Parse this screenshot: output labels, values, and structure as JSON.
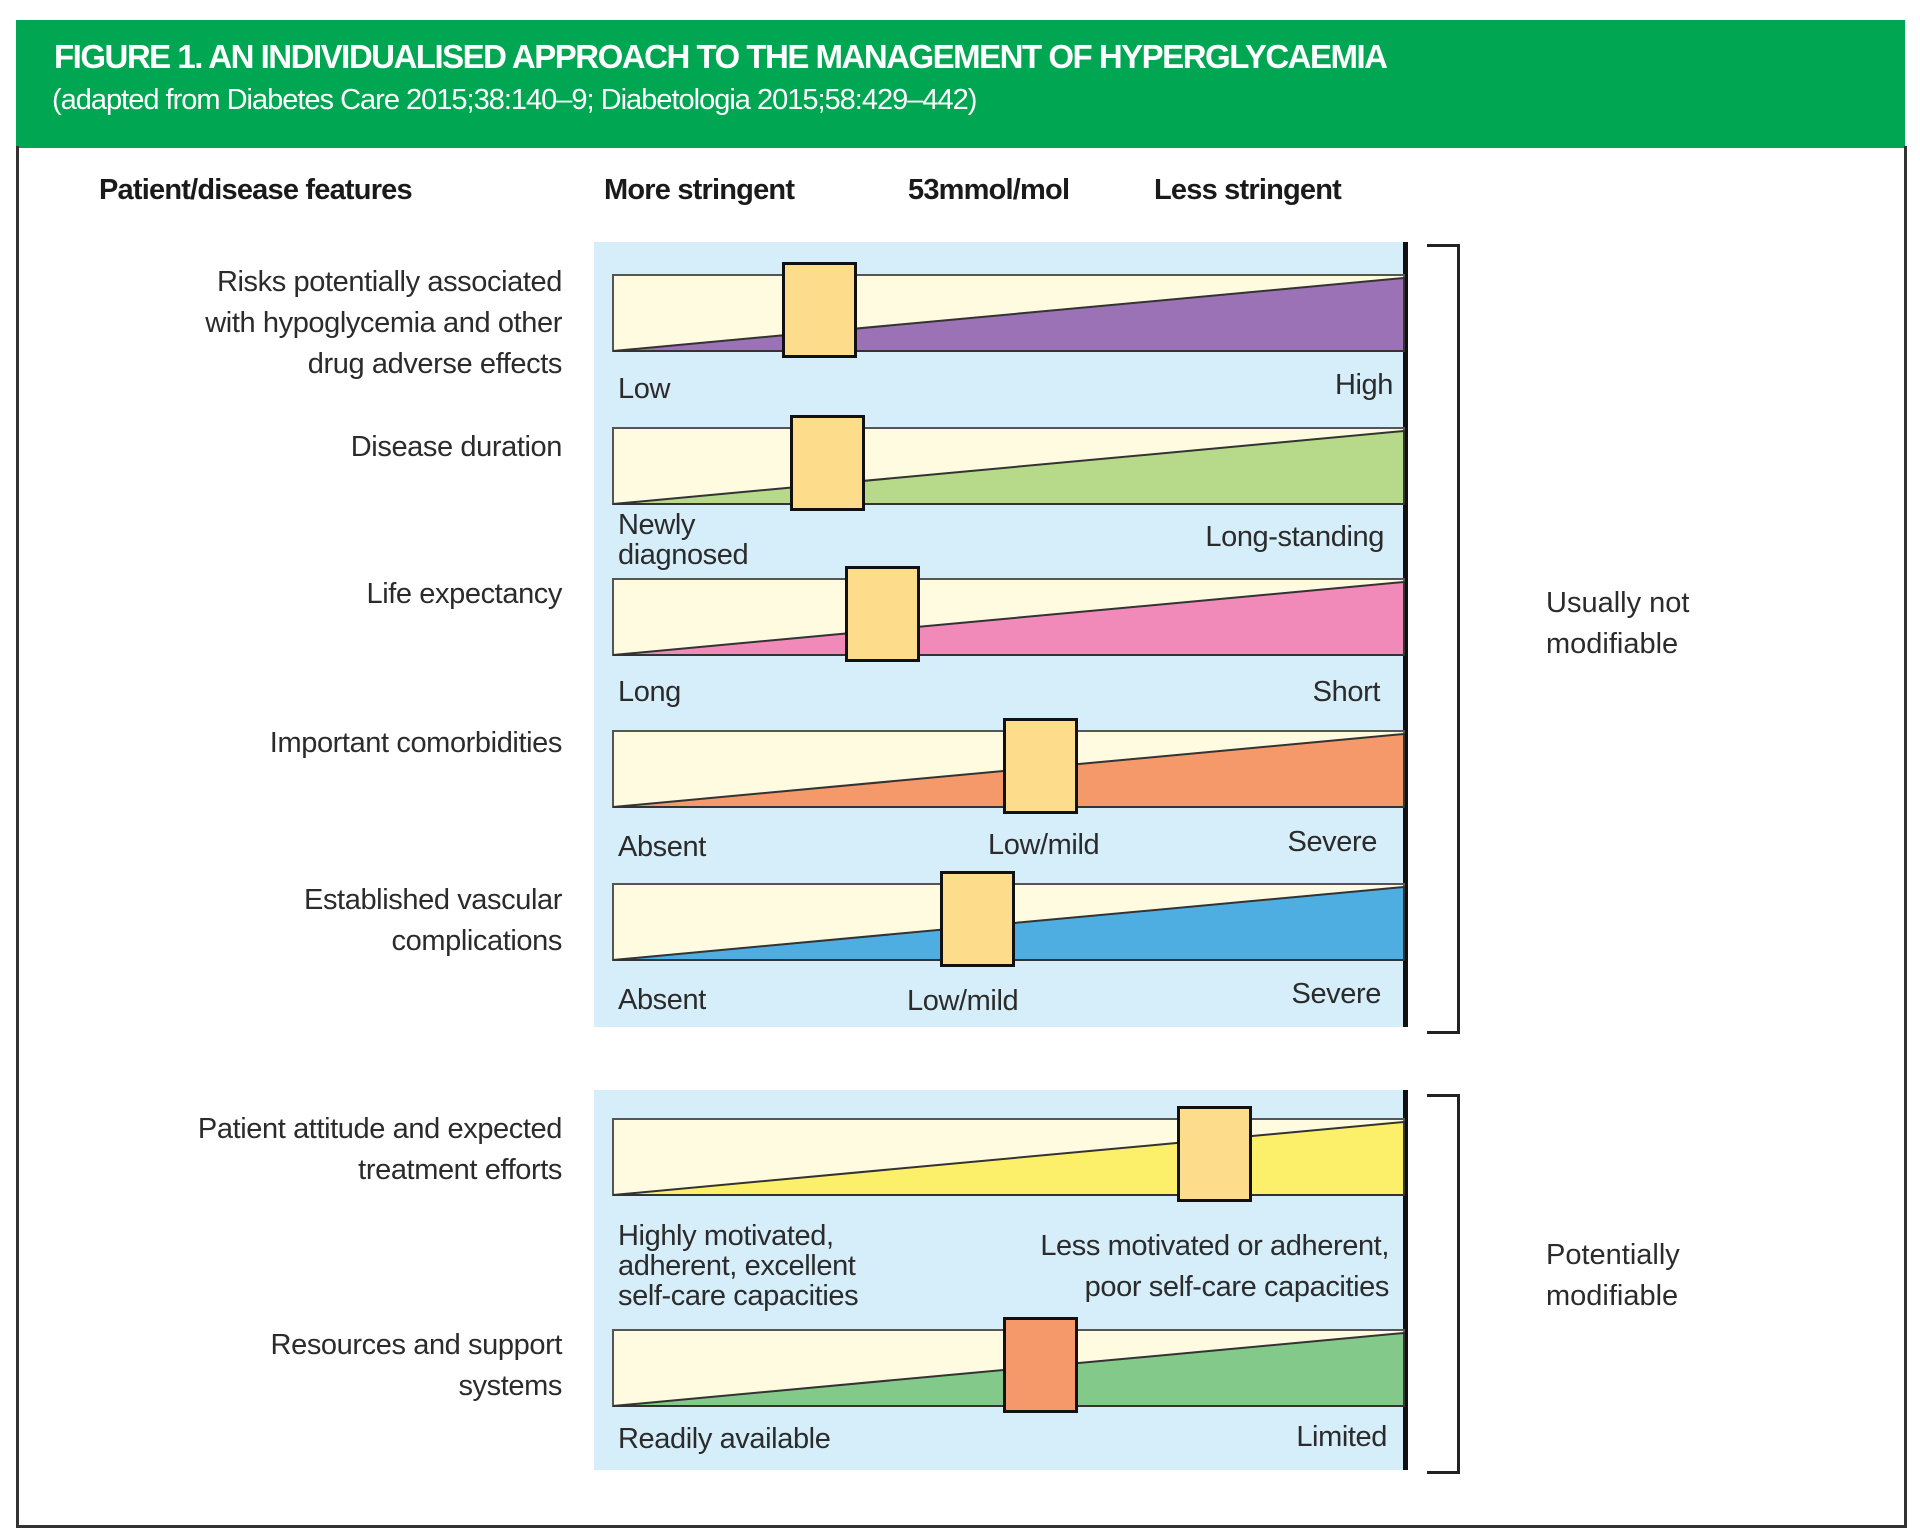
{
  "header": {
    "title": "FIGURE 1. AN INDIVIDUALISED APPROACH TO THE MANAGEMENT OF HYPERGLYCAEMIA",
    "subtitle": "(adapted from Diabetes Care 2015;38:140–9; Diabetologia 2015;58:429–442)"
  },
  "columns": {
    "features": "Patient/disease features",
    "more": "More stringent",
    "target": "53mmol/mol",
    "less": "Less stringent"
  },
  "groups": [
    {
      "label_line1": "Usually not",
      "label_line2": "modifiable"
    },
    {
      "label_line1": "Potentially",
      "label_line2": "modifiable"
    }
  ],
  "colors": {
    "header_green": "#00a651",
    "panel_blue": "#d5eefa",
    "bar_base": "#fffbe0",
    "marker_default": "#fddc8c",
    "marker_highlight": "#f5986a"
  },
  "chart_data": {
    "type": "diagram",
    "title": "An individualised approach to the management of hyperglycaemia",
    "scale": "More stringent (left) to Less stringent (right); 53mmol/mol reference",
    "features": [
      {
        "label_lines": [
          "Risks potentially associated",
          "with hypoglycemia and other",
          "drug adverse effects"
        ],
        "left": "Low",
        "mid": "",
        "right": "High",
        "fill": "#9b72b5",
        "marker": 0.26,
        "marker_color": "#fddc8c",
        "group": 0
      },
      {
        "label_lines": [
          "Disease duration"
        ],
        "left": "Newly diagnosed",
        "mid": "",
        "right": "Long-standing",
        "fill": "#b6d98a",
        "marker": 0.27,
        "marker_color": "#fddc8c",
        "group": 0
      },
      {
        "label_lines": [
          "Life expectancy"
        ],
        "left": "Long",
        "mid": "",
        "right": "Short",
        "fill": "#f18ab8",
        "marker": 0.34,
        "marker_color": "#fddc8c",
        "group": 0
      },
      {
        "label_lines": [
          "Important comorbidities"
        ],
        "left": "Absent",
        "mid": "Low/mild",
        "right": "Severe",
        "fill": "#f5986a",
        "marker": 0.54,
        "marker_color": "#fddc8c",
        "group": 0
      },
      {
        "label_lines": [
          "Established vascular",
          "complications"
        ],
        "left": "Absent",
        "mid": "Low/mild",
        "right": "Severe",
        "fill": "#4eaee2",
        "marker": 0.46,
        "marker_color": "#fddc8c",
        "group": 0
      },
      {
        "label_lines": [
          "Patient attitude and expected",
          "treatment efforts"
        ],
        "left": "Highly motivated, adherent, excellent self-care capacities",
        "mid": "",
        "right": "Less motivated or adherent, poor self-care capacities",
        "fill": "#fcf06a",
        "marker": 0.76,
        "marker_color": "#fddc8c",
        "group": 1
      },
      {
        "label_lines": [
          "Resources and support",
          "systems"
        ],
        "left": "Readily available",
        "mid": "",
        "right": "Limited",
        "fill": "#83c98a",
        "marker": 0.54,
        "marker_color": "#f5986a",
        "group": 1
      }
    ]
  },
  "labels": {
    "f0": {
      "l1": "Risks potentially associated",
      "l2": "with hypoglycemia and other",
      "l3": "drug adverse effects",
      "left": "Low",
      "right": "High"
    },
    "f1": {
      "l1": "Disease duration",
      "left1": "Newly",
      "left2": "diagnosed",
      "right": "Long-standing"
    },
    "f2": {
      "l1": "Life expectancy",
      "left": "Long",
      "right": "Short"
    },
    "f3": {
      "l1": "Important comorbidities",
      "left": "Absent",
      "mid": "Low/mild",
      "right": "Severe"
    },
    "f4": {
      "l1": "Established vascular",
      "l2": "complications",
      "left": "Absent",
      "mid": "Low/mild",
      "right": "Severe"
    },
    "f5": {
      "l1": "Patient attitude and expected",
      "l2": "treatment efforts",
      "left1": "Highly motivated,",
      "left2": "adherent, excellent",
      "left3": "self-care capacities",
      "right1": "Less motivated or adherent,",
      "right2": "poor self-care capacities"
    },
    "f6": {
      "l1": "Resources and support",
      "l2": "systems",
      "left": "Readily available",
      "right": "Limited"
    }
  }
}
